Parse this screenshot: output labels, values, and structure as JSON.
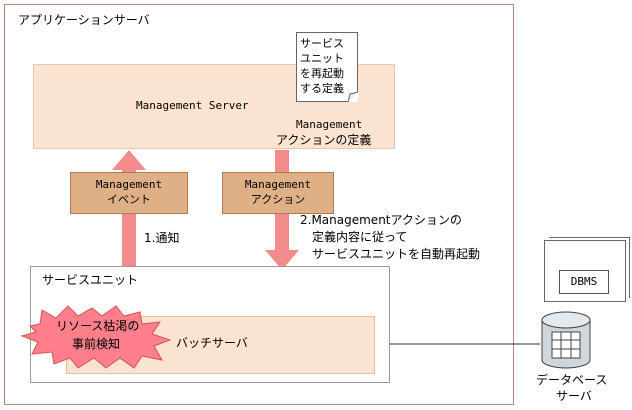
{
  "app_server": {
    "label": "アプリケーションサーバ"
  },
  "mgmt_server": {
    "label": "Management Server",
    "action_def_line1": "Management",
    "action_def_line2": "アクションの定義"
  },
  "note": {
    "lines": [
      "サービス",
      "ユニット",
      "を再起動",
      "する定義"
    ]
  },
  "event_box": {
    "line1": "Management",
    "line2": "イベント"
  },
  "action_box": {
    "line1": "Management",
    "line2": "アクション"
  },
  "notify_label": "1.通知",
  "restart_label": {
    "line1": "2.Managementアクションの",
    "line2": "定義内容に従って",
    "line3": "サービスユニットを自動再起動"
  },
  "service_unit": {
    "label": "サービスユニット"
  },
  "batch_server": {
    "label": "バッチサーバ"
  },
  "burst": {
    "line1": "リソース枯渇の",
    "line2": "事前検知"
  },
  "db_server": {
    "inner_label": "DBMS",
    "caption_line1": "データベース",
    "caption_line2": "サーバ"
  },
  "colors": {
    "accent_arrow": "#f28b8b",
    "box_fill": "#fbe3d2",
    "event_fill": "#dfaf86",
    "burst_fill": "#ff7f8c"
  }
}
